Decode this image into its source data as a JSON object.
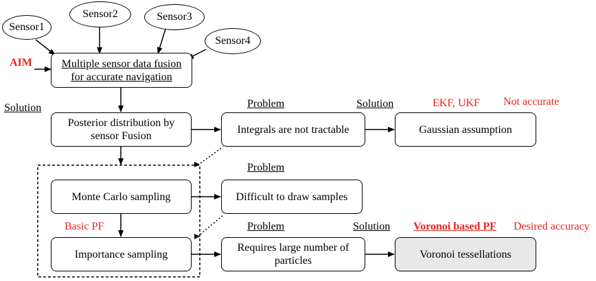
{
  "sensors": [
    "Sensor1",
    "Sensor2",
    "Sensor3",
    "Sensor4"
  ],
  "aim_label": "AIM",
  "nodes": {
    "fusion": [
      "Multiple sensor data fusion",
      "for accurate navigation"
    ],
    "posterior": [
      "Posterior distribution by",
      "sensor Fusion"
    ],
    "integrals": "Integrals are not tractable",
    "gaussian": "Gaussian assumption",
    "monte_carlo": "Monte Carlo sampling",
    "difficult": "Difficult to draw samples",
    "importance": "Importance sampling",
    "requires": [
      "Requires large number of",
      "particles"
    ],
    "voronoi": "Voronoi tessellations"
  },
  "labels": {
    "solution_left": "Solution",
    "problem_1": "Problem",
    "solution_1": "Solution",
    "ekf_ukf": "EKF, UKF",
    "not_accurate": "Not accurate",
    "problem_2": "Problem",
    "basic_pf": "Basic PF",
    "problem_3": "Problem",
    "solution_3": "Solution",
    "voronoi_pf": "Voronoi based PF",
    "desired_accuracy": "Desired accuracy"
  },
  "colors": {
    "accent_red": "#e8231b",
    "shaded_box": "#e8e8e8",
    "line": "#000000"
  }
}
